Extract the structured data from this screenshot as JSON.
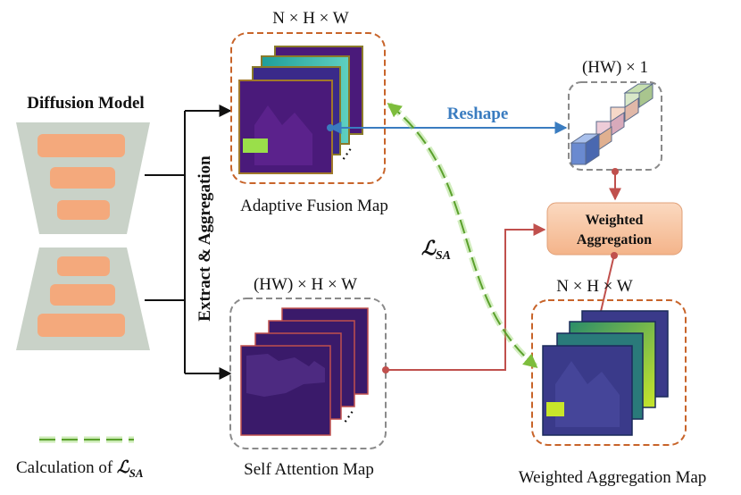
{
  "encoder_title": "Diffusion Model",
  "extract_label": "Extract & Aggregation",
  "afm": {
    "dim": "N × H × W",
    "caption": "Adaptive Fusion Map"
  },
  "sa": {
    "dim": "(HW) × H × W",
    "caption": "Self Attention Map"
  },
  "vec": {
    "dim": "(HW) × 1"
  },
  "reshape_label": "Reshape",
  "weighted_label": [
    "Weighted",
    "Aggregation"
  ],
  "loss_symbol": "ℒ",
  "loss_sub": "SA",
  "wam": {
    "dim": "N × H × W",
    "caption": "Weighted Aggregation Map"
  },
  "legend_prefix": "Calculation of ",
  "ellipsis": "⋯",
  "colors": {
    "dashed_orange": "#c8642a",
    "dashed_gray": "#8a8a8a",
    "blue_arrow": "#3a7cc0",
    "red_arrow": "#c0504d",
    "green_dash": "#7dbd3c",
    "peach": "#f7c6a3",
    "bar": "#f4a97c",
    "trapezoid": "#c9d2c8",
    "map_bg": "#4a1a7a"
  }
}
